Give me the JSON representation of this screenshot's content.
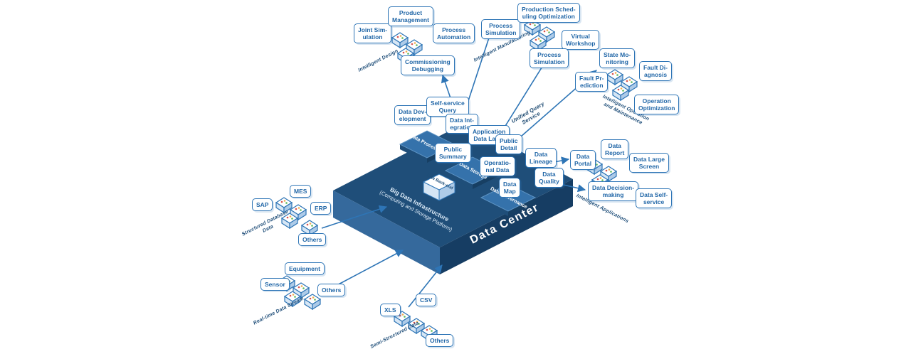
{
  "platform": {
    "title": "Data Center",
    "subtitle_line1": "Big Data Infrastructure",
    "subtitle_line2": "(Computing and Storage Platform)",
    "backend_cube": "Data Back-end",
    "unified_query_label": "Unified Query\nService",
    "slabs": {
      "processing": "Data Processing",
      "storage": "Data Storage",
      "governance": "Data Governance"
    }
  },
  "layers": {
    "data_development": "Data Dev-\nelopment",
    "self_service_query": "Self-service\nQuery",
    "data_integration": "Data Int-\negration",
    "application_data_layer": "Application\nData Layer",
    "public_summary": "Public\nSummary",
    "public_detail": "Public\nDetail",
    "operational_data": "Operatio-\nnal Data",
    "data_lineage": "Data\nLineage",
    "data_quality": "Data\nQuality",
    "data_map": "Data\nMap"
  },
  "groups": {
    "design": {
      "label": "Intelligent Design",
      "items": {
        "joint_simulation": "Joint Sim-\nulation",
        "product_management": "Product\nManagement",
        "process_automation": "Process\nAutomation",
        "commissioning_debugging": "Commissioning\nDebugging"
      }
    },
    "manufacturing": {
      "label": "Intelligent Manufacturing",
      "items": {
        "process_simulation_1": "Process\nSimulation",
        "production_scheduling": "Production Sched-\nuling Optimization",
        "virtual_workshop": "Virtual\nWorkshop",
        "process_simulation_2": "Process\nSimulation"
      }
    },
    "oam": {
      "label": "Intelligent Operation\nand Maintenance",
      "items": {
        "state_monitoring": "State Mo-\nnitoring",
        "fault_diagnosis": "Fault Di-\nagnosis",
        "fault_prediction": "Fault Pr-\nediction",
        "operation_optimization": "Operation\nOptimization"
      }
    },
    "applications": {
      "label": "Intelligent Applications",
      "items": {
        "data_report": "Data\nReport",
        "data_portal": "Data\nPortal",
        "data_large_screen": "Data Large\nScreen",
        "data_decision_making": "Data Decision-\nmaking",
        "data_self_service": "Data Self-\nservice"
      }
    },
    "structured": {
      "label": "Structured Database\nData",
      "items": {
        "sap": "SAP",
        "mes": "MES",
        "erp": "ERP",
        "others": "Others"
      }
    },
    "realtime": {
      "label": "Real-time Data Stream",
      "items": {
        "equipment": "Equipment",
        "sensor": "Sensor",
        "others": "Others"
      }
    },
    "semi_structured": {
      "label": "Semi-Structured Data",
      "items": {
        "xls": "XLS",
        "csv": "CSV",
        "others": "Others"
      }
    }
  }
}
